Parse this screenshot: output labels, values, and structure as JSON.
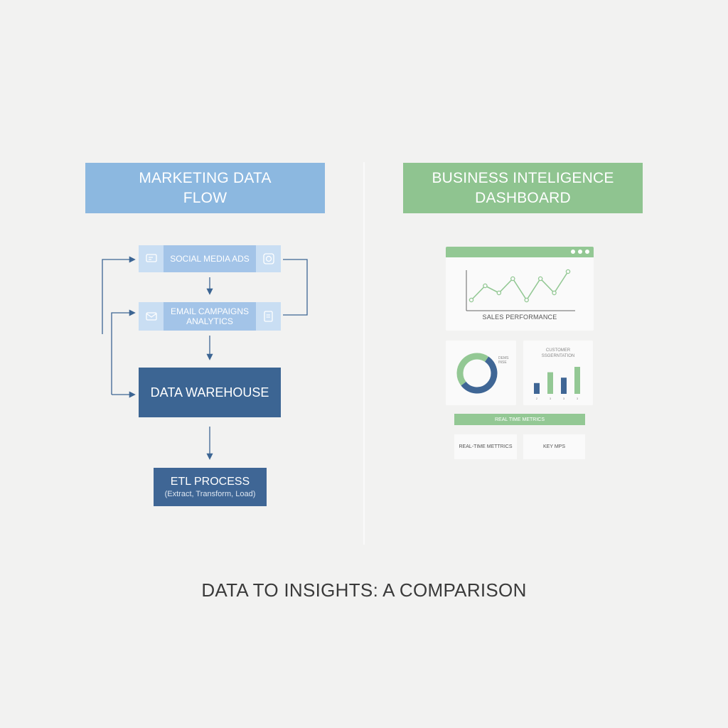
{
  "left_header": {
    "line1": "MARKETING DATA",
    "line2": "FLOW",
    "color": "#8cb8e0"
  },
  "right_header": {
    "line1": "BUSINESS INTELIGENCE",
    "line2": "DASHBOARD",
    "color": "#8fc490"
  },
  "flow": {
    "source1": {
      "label": "SOCIAL MEDIA ADS",
      "icon_left": "monitor-icon",
      "icon_right": "analytics-icon"
    },
    "source2": {
      "line1": "EMAIL CAMPAIGNS",
      "line2": "ANALYTICS",
      "icon_left": "email-icon",
      "icon_right": "document-icon"
    },
    "warehouse": {
      "label": "DATA WAREHOUSE",
      "color": "#3c6593"
    },
    "etl": {
      "title": "ETL PROCESS",
      "subtitle": "(Extract, Transform, Load)"
    }
  },
  "dashboard": {
    "line_chart": {
      "label": "SALES PERFORMANCE",
      "values": [
        2,
        4,
        3,
        5,
        2,
        5,
        3,
        6
      ]
    },
    "donut": {
      "label_line1": "DEMS",
      "label_line2": "INSE",
      "segments": [
        {
          "value": 55,
          "color": "#3f6695"
        },
        {
          "value": 45,
          "color": "#93c894"
        }
      ]
    },
    "bar_chart": {
      "label_line1": "CUSTOMER",
      "label_line2": "SSGERNTATION",
      "values": [
        2,
        4,
        3,
        5
      ],
      "colors": [
        "#3f6695",
        "#93c894",
        "#3f6695",
        "#93c894"
      ],
      "tick_labels": [
        "2",
        "3",
        "3",
        "3"
      ]
    },
    "strip_label": "REAL TIME METRICS",
    "card1_label": "REAL-TIME METTRICS",
    "card2_label": "KEY MPS"
  },
  "footer": {
    "title": "DATA TO INSIGHTS: A COMPARISON"
  },
  "colors": {
    "arrow": "#3c6593",
    "dark_blue": "#3c6593",
    "green": "#93c894"
  }
}
